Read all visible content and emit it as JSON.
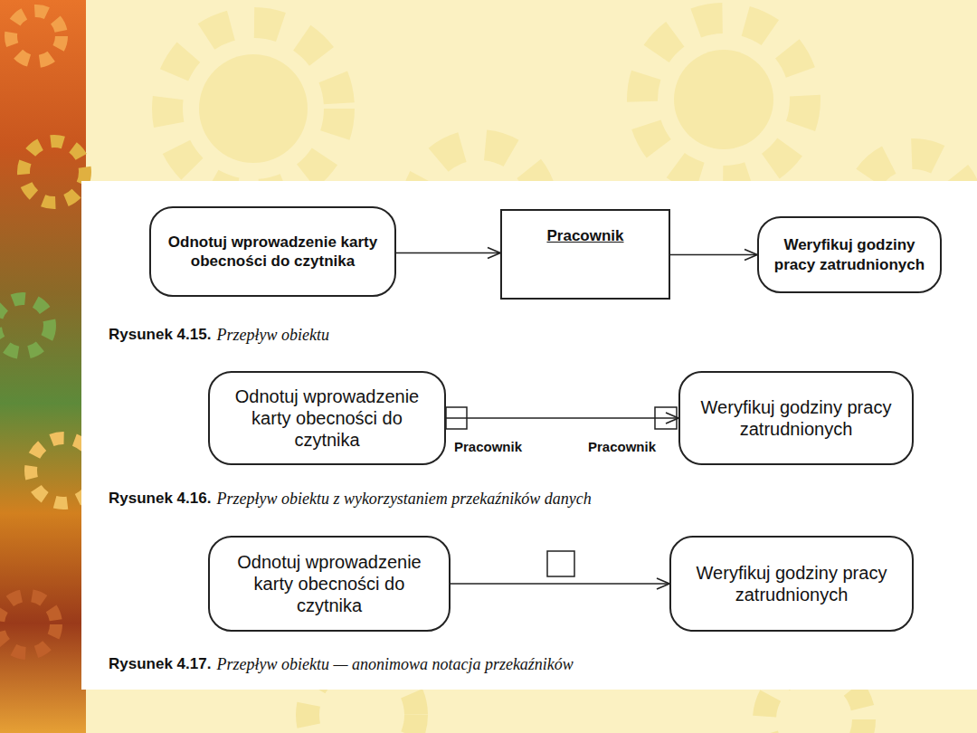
{
  "diagram": {
    "nodes": [
      {
        "text": [
          "Odnotuj wprowadzenie karty obecności do czytnika"
        ]
      },
      {
        "text": [
          "Pracownik"
        ]
      },
      {
        "text": [
          "Weryfikuj godziny pracy zatrudnionych"
        ]
      },
      {
        "text": [
          "Odnotuj wprowadzenie karty obecności do czytnika"
        ]
      },
      {
        "text": [
          "Weryfikuj godziny pracy zatrudnionych"
        ]
      },
      {
        "text": [
          "Odnotuj wprowadzenie karty obecności do czytnika"
        ]
      },
      {
        "text": [
          "Weryfikuj godziny pracy zatrudnionych"
        ]
      }
    ],
    "edges": [
      {
        "from": 0,
        "to": 1,
        "arrow": "to"
      },
      {
        "from": 1,
        "to": 2,
        "arrow": "to"
      },
      {
        "from": 3,
        "to": 4,
        "arrow": "to"
      },
      {
        "from": 5,
        "to": 6,
        "arrow": "to"
      }
    ],
    "labels": [
      "Rysunek 4.15.",
      "Przepływ obiektu",
      "Pracownik",
      "Pracownik",
      "Rysunek 4.16.",
      "Przepływ obiektu z wykorzystaniem przekaźników danych",
      "Rysunek 4.17.",
      "Przepływ obiektu — anonimowa notacja przekaźników"
    ]
  }
}
